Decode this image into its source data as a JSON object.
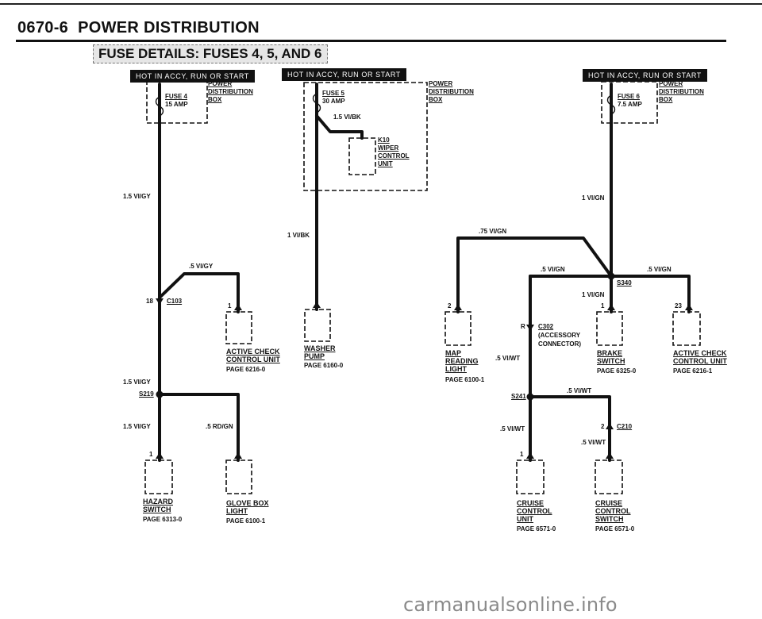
{
  "header": {
    "code": "0670-6",
    "title": "POWER DISTRIBUTION"
  },
  "subtitle": "FUSE DETAILS: FUSES 4, 5, AND 6",
  "banners": {
    "left": "HOT IN ACCY, RUN OR START",
    "middle": "HOT IN ACCY, RUN OR START",
    "right": "HOT IN ACCY, RUN OR START"
  },
  "fuses": {
    "f4": {
      "name": "FUSE 4",
      "rating": "15 AMP"
    },
    "f5": {
      "name": "FUSE 5",
      "rating": "30 AMP"
    },
    "f6": {
      "name": "FUSE 6",
      "rating": "7.5 AMP"
    }
  },
  "pdb_label": {
    "l1": "POWER",
    "l2": "DISTRIBUTION",
    "l3": "BOX"
  },
  "k10": {
    "l1": "K10",
    "l2": "WIPER",
    "l3": "CONTROL",
    "l4": "UNIT"
  },
  "wires": {
    "w15vigy_a": "1.5 VI/GY",
    "w5vigy": ".5 VI/GY",
    "w15vigy_b": "1.5 VI/GY",
    "w15vigy_c": "1.5 VI/GY",
    "w5rdgn": ".5 RD/GN",
    "w15vibk": "1.5 VI/BK",
    "w1vibk": "1 VI/BK",
    "w75vign": ".75 VI/GN",
    "w1vign_a": "1 VI/GN",
    "w5vign_a": ".5 VI/GN",
    "w5vign_b": ".5 VI/GN",
    "w1vign_b": "1 VI/GN",
    "w5viwt_a": ".5 VI/WT",
    "w5viwt_b": ".5 VI/WT",
    "w5viwt_c": ".5 VI/WT",
    "w5viwt_d": ".5 VI/WT"
  },
  "connectors": {
    "c103": "C103",
    "c103_pin": "18",
    "c302": "C302",
    "c302_pin": "R",
    "c302_desc1": "(ACCESSORY",
    "c302_desc2": "CONNECTOR)",
    "c210": "C210",
    "c210_pin": "2"
  },
  "splices": {
    "s219": "S219",
    "s241": "S241",
    "s340": "S340"
  },
  "components": {
    "acc_left": {
      "pin": "1",
      "l1": "ACTIVE CHECK",
      "l2": "CONTROL UNIT",
      "page": "PAGE 6216-0"
    },
    "washer": {
      "l1": "WASHER",
      "l2": "PUMP",
      "page": "PAGE 6160-0"
    },
    "map": {
      "pin": "2",
      "l1": "MAP",
      "l2": "READING",
      "l3": "LIGHT",
      "page": "PAGE 6100-1"
    },
    "brake": {
      "pin": "1",
      "l1": "BRAKE",
      "l2": "SWITCH",
      "page": "PAGE 6325-0"
    },
    "acc_right": {
      "pin": "23",
      "l1": "ACTIVE CHECK",
      "l2": "CONTROL UNIT",
      "page": "PAGE 6216-1"
    },
    "hazard": {
      "pin": "1",
      "l1": "HAZARD",
      "l2": "SWITCH",
      "page": "PAGE 6313-0"
    },
    "glove": {
      "l1": "GLOVE BOX",
      "l2": "LIGHT",
      "page": "PAGE 6100-1"
    },
    "cruise_unit": {
      "pin": "1",
      "l1": "CRUISE",
      "l2": "CONTROL",
      "l3": "UNIT",
      "page": "PAGE 6571-0"
    },
    "cruise_switch": {
      "l1": "CRUISE",
      "l2": "CONTROL",
      "l3": "SWITCH",
      "page": "PAGE 6571-0"
    }
  },
  "watermark": "carmanualsonline.info"
}
